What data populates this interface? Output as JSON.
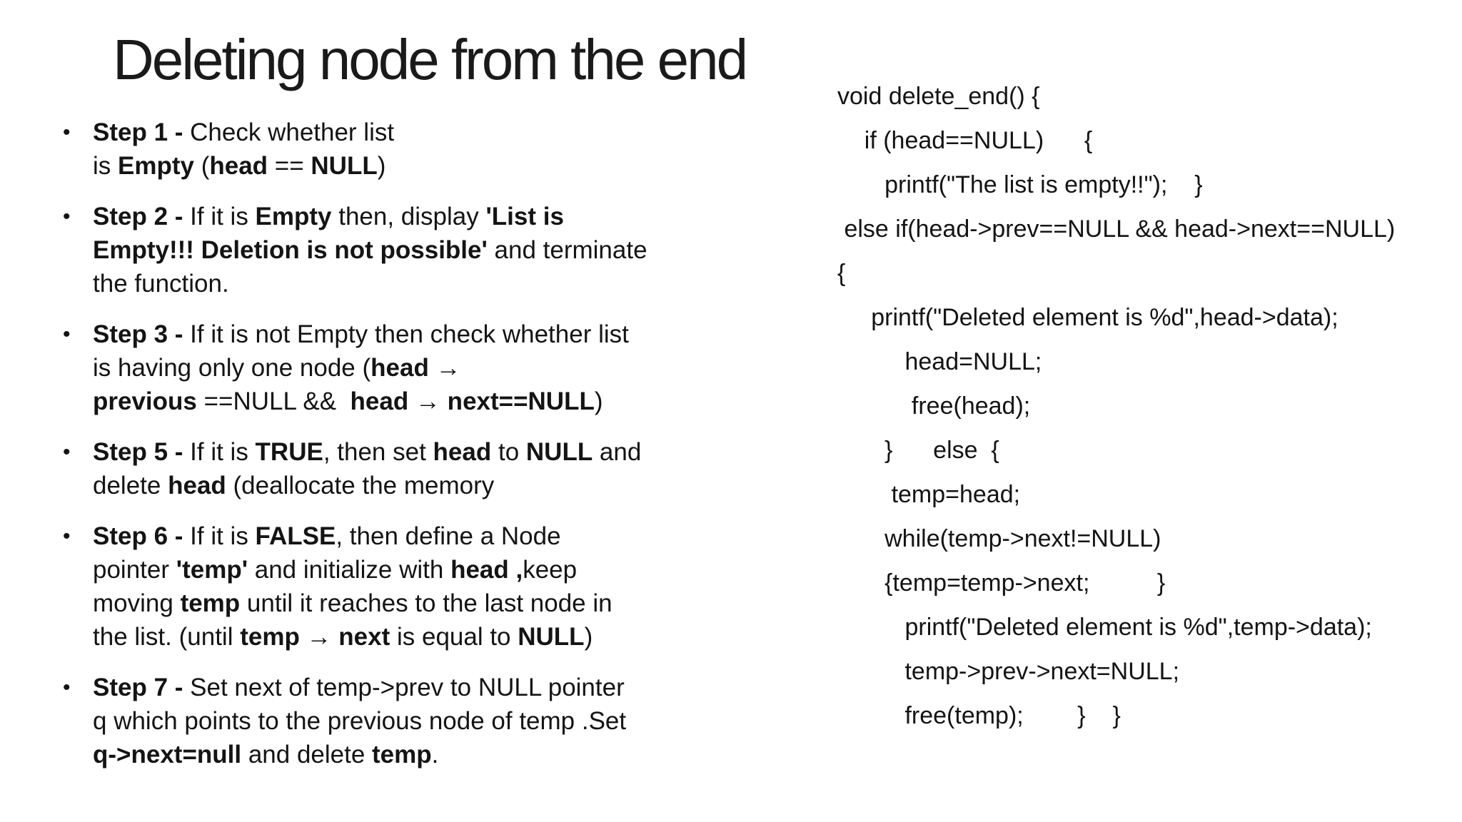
{
  "slide": {
    "title": "Deleting node from the end",
    "bullet_glyph": "•",
    "bullets": [
      {
        "segments": [
          {
            "t": "Step 1 - ",
            "b": true
          },
          {
            "t": "Check whether list\nis ",
            "b": false
          },
          {
            "t": "Empty",
            "b": true
          },
          {
            "t": " (",
            "b": false
          },
          {
            "t": "head",
            "b": true
          },
          {
            "t": " == ",
            "b": false
          },
          {
            "t": "NULL",
            "b": true
          },
          {
            "t": ")",
            "b": false
          }
        ]
      },
      {
        "segments": [
          {
            "t": "Step 2 - ",
            "b": true
          },
          {
            "t": "If it is ",
            "b": false
          },
          {
            "t": "Empty",
            "b": true
          },
          {
            "t": " then, display ",
            "b": false
          },
          {
            "t": "'List is\nEmpty!!! Deletion is not possible'",
            "b": true
          },
          {
            "t": " and terminate\nthe function.",
            "b": false
          }
        ]
      },
      {
        "segments": [
          {
            "t": "Step 3 - ",
            "b": true
          },
          {
            "t": "If it is not Empty then check whether list\nis having only one node (",
            "b": false
          },
          {
            "t": "head →\nprevious",
            "b": true
          },
          {
            "t": " ==NULL &&  ",
            "b": false
          },
          {
            "t": "head → next==NULL",
            "b": true
          },
          {
            "t": ")",
            "b": false
          }
        ]
      },
      {
        "segments": [
          {
            "t": "Step 5 - ",
            "b": true
          },
          {
            "t": "If it is ",
            "b": false
          },
          {
            "t": "TRUE",
            "b": true
          },
          {
            "t": ", then set ",
            "b": false
          },
          {
            "t": "head",
            "b": true
          },
          {
            "t": " to ",
            "b": false
          },
          {
            "t": "NULL",
            "b": true
          },
          {
            "t": " and\ndelete ",
            "b": false
          },
          {
            "t": "head",
            "b": true
          },
          {
            "t": " (deallocate the memory",
            "b": false
          }
        ]
      },
      {
        "segments": [
          {
            "t": "Step 6 - ",
            "b": true
          },
          {
            "t": "If it is ",
            "b": false
          },
          {
            "t": "FALSE",
            "b": true
          },
          {
            "t": ", then define a Node\npointer ",
            "b": false
          },
          {
            "t": "'temp'",
            "b": true
          },
          {
            "t": " and initialize with ",
            "b": false
          },
          {
            "t": "head ,",
            "b": true
          },
          {
            "t": "keep\nmoving ",
            "b": false
          },
          {
            "t": "temp",
            "b": true
          },
          {
            "t": " until it reaches to the last node in\nthe list. (until ",
            "b": false
          },
          {
            "t": "temp → next",
            "b": true
          },
          {
            "t": " is equal to ",
            "b": false
          },
          {
            "t": "NULL",
            "b": true
          },
          {
            "t": ")",
            "b": false
          }
        ]
      },
      {
        "segments": [
          {
            "t": "Step 7 - ",
            "b": true
          },
          {
            "t": "Set next of temp->prev to NULL pointer\nq which points to the previous node of temp .Set\n",
            "b": false
          },
          {
            "t": "q->next=null",
            "b": true
          },
          {
            "t": " and delete ",
            "b": false
          },
          {
            "t": "temp",
            "b": true
          },
          {
            "t": ".",
            "b": false
          }
        ]
      }
    ],
    "code": {
      "lines": [
        "void delete_end() {",
        "    if (head==NULL)      {",
        "       printf(\"The list is empty!!\");    }",
        " else if(head->prev==NULL && head->next==NULL)",
        "{",
        "     printf(\"Deleted element is %d\",head->data);",
        "          head=NULL;",
        "           free(head);",
        "       }      else  {",
        "        temp=head;",
        "       while(temp->next!=NULL)",
        "       {temp=temp->next;          }",
        "          printf(\"Deleted element is %d\",temp->data);",
        "          temp->prev->next=NULL;",
        "          free(temp);        }    }"
      ]
    }
  }
}
